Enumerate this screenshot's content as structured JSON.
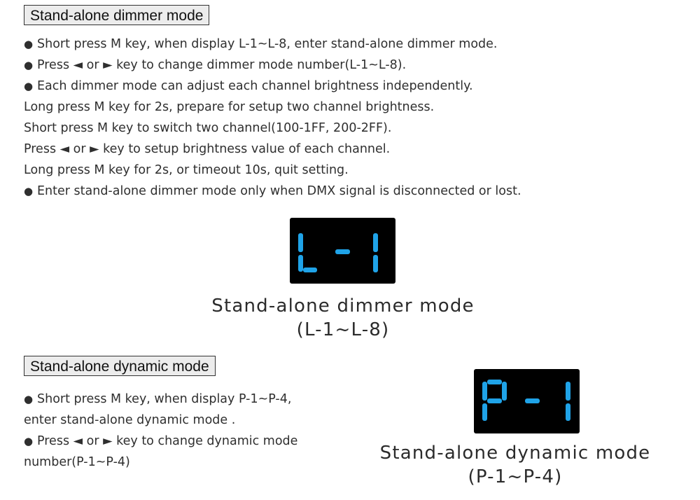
{
  "section1": {
    "heading": "Stand-alone dimmer mode",
    "lines": [
      {
        "bullet": "●",
        "text": "Short press M key, when display L-1~L-8, enter stand-alone dimmer mode."
      },
      {
        "bullet": "●",
        "text": "Press  ◄ or  ► key to change dimmer mode number(L-1~L-8)."
      },
      {
        "bullet": "●",
        "text": "Each dimmer mode can adjust each channel brightness independently."
      },
      {
        "bullet": "",
        "text": "Long press M key for 2s, prepare for setup two channel brightness."
      },
      {
        "bullet": "",
        "text": "Short press M key to switch two channel(100-1FF, 200-2FF)."
      },
      {
        "bullet": "",
        "text": "Press  ◄  or  ►  key to setup brightness value of each channel."
      },
      {
        "bullet": "",
        "text": "Long press M key for 2s, or timeout 10s, quit setting."
      },
      {
        "bullet": "●",
        "text": "Enter stand-alone dimmer mode only when DMX signal is disconnected or lost."
      }
    ],
    "display": {
      "chars": [
        "L",
        "-",
        "1"
      ],
      "color": "#1fa3e8"
    },
    "caption_line1": "Stand-alone dimmer mode",
    "caption_line2": "(L-1~L-8)"
  },
  "section2": {
    "heading": "Stand-alone dynamic mode",
    "lines": [
      {
        "bullet": "●",
        "text": "Short press M key, when display P-1~P-4,"
      },
      {
        "bullet": "",
        "text": "enter stand-alone dynamic mode ."
      },
      {
        "bullet": "●",
        "text": "Press ◄ or ► key to change dynamic mode"
      },
      {
        "bullet": "",
        "text": "number(P-1~P-4)"
      }
    ],
    "display": {
      "chars": [
        "P",
        "-",
        "1"
      ],
      "color": "#1fa3e8"
    },
    "caption_line1": "Stand-alone dynamic mode",
    "caption_line2": "(P-1~P-4)"
  }
}
